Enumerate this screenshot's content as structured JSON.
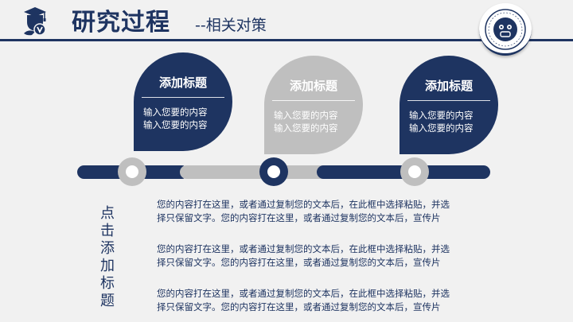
{
  "header": {
    "title": "研究过程",
    "subtitle": "--相关对策",
    "icon": "graduate-shield-icon",
    "logo": "university-seal-logo"
  },
  "colors": {
    "primary": "#1e3461",
    "gray": "#bfbfbf",
    "background": "#f1f1f1"
  },
  "callouts": [
    {
      "title": "添加标题",
      "lines": [
        "输入您要的内容",
        "输入您要的内容"
      ],
      "style": "dark"
    },
    {
      "title": "添加标题",
      "lines": [
        "输入您要的内容",
        "输入您要的内容"
      ],
      "style": "gray"
    },
    {
      "title": "添加标题",
      "lines": [
        "输入您要的内容",
        "输入您要的内容"
      ],
      "style": "dark"
    }
  ],
  "timeline": {
    "nodes": [
      {
        "style": "gray"
      },
      {
        "style": "dark"
      },
      {
        "style": "gray"
      }
    ]
  },
  "side_title": [
    "点",
    "击",
    "添",
    "加",
    "标",
    "题"
  ],
  "paragraphs": [
    {
      "line1": "您的内容打在这里，或者通过复制您的文本后，在此框中选择粘贴，并选",
      "line2": "择只保留文字。您的内容打在这里，或者通过复制您的文本后，宣传片"
    },
    {
      "line1": "您的内容打在这里，或者通过复制您的文本后，在此框中选择粘贴，并选",
      "line2": "择只保留文字。您的内容打在这里，或者通过复制您的文本后，宣传片"
    },
    {
      "line1": "您的内容打在这里，或者通过复制您的文本后，在此框中选择粘贴，并选",
      "line2": "择只保留文字。您的内容打在这里，或者通过复制您的文本后，宣传片"
    }
  ]
}
